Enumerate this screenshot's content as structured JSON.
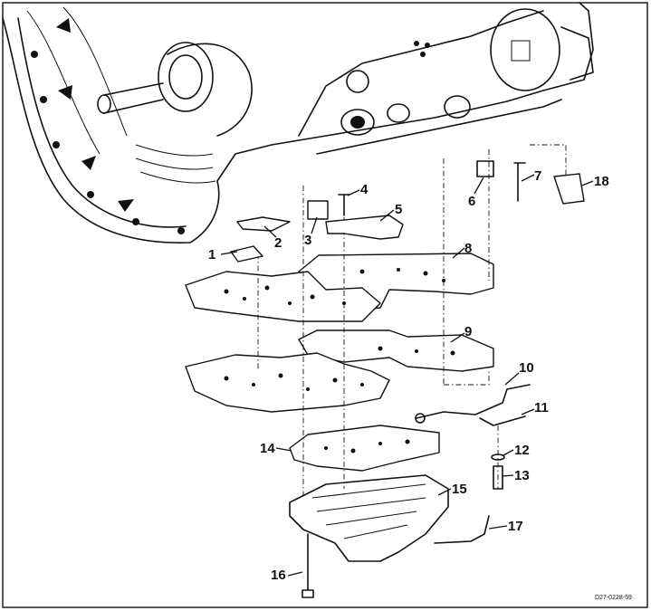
{
  "diagram": {
    "reference": "D27-0228-59",
    "callouts": [
      "1",
      "2",
      "3",
      "4",
      "5",
      "6",
      "7",
      "8",
      "9",
      "10",
      "11",
      "12",
      "13",
      "14",
      "15",
      "16",
      "17",
      "18"
    ]
  }
}
